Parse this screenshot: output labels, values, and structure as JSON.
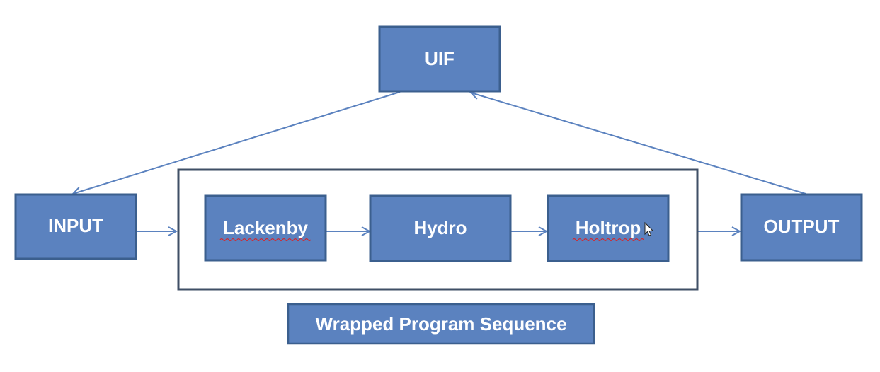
{
  "colors": {
    "box_fill": "#5b82bf",
    "box_stroke": "#3b5f8e",
    "arrow": "#5b82bf",
    "frame": "#3f4f66",
    "text": "#ffffff",
    "spellcheck": "#d0282e"
  },
  "nodes": {
    "uif": {
      "label": "UIF"
    },
    "input": {
      "label": "INPUT"
    },
    "lackenby": {
      "label": "Lackenby"
    },
    "hydro": {
      "label": "Hydro"
    },
    "holtrop": {
      "label": "Holtrop"
    },
    "output": {
      "label": "OUTPUT"
    }
  },
  "group": {
    "caption": "Wrapped Program Sequence"
  },
  "cursor": {
    "icon": "mouse-pointer-icon"
  }
}
